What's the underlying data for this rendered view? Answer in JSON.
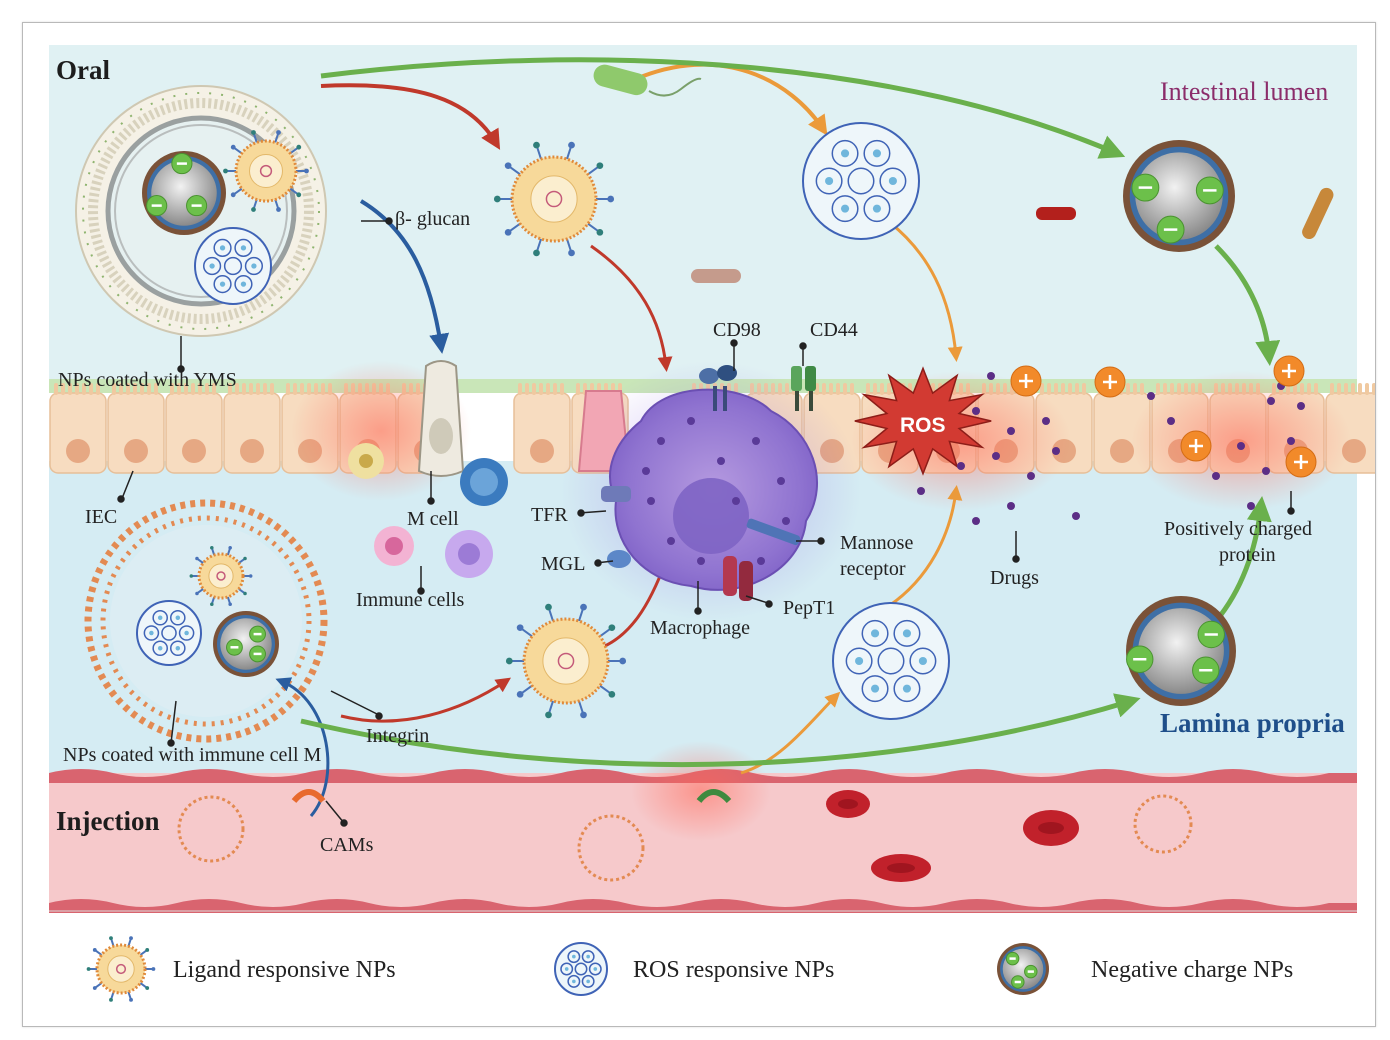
{
  "regions": {
    "oral": "Oral",
    "intestinal_lumen": "Intestinal lumen",
    "lamina_propria": "Lamina propria",
    "injection": "Injection"
  },
  "labels": {
    "beta_glucan": "β- glucan",
    "nps_yms": "NPs coated with YMS",
    "iec": "IEC",
    "m_cell": "M cell",
    "immune_cells": "Immune cells",
    "tfr": "TFR",
    "mgl": "MGL",
    "cd98": "CD98",
    "cd44": "CD44",
    "macrophage": "Macrophage",
    "mannose": "Mannose",
    "receptor": "receptor",
    "pept1": "PepT1",
    "ros": "ROS",
    "drugs": "Drugs",
    "pos_charged_1": "Positively charged",
    "pos_charged_2": "protein",
    "integrin": "Integrin",
    "nps_immune": "NPs coated with immune cell M",
    "cams": "CAMs"
  },
  "legend": [
    {
      "label": "Ligand responsive NPs",
      "icon": "ligand-np-icon"
    },
    {
      "label": "ROS responsive NPs",
      "icon": "ros-np-icon"
    },
    {
      "label": "Negative charge NPs",
      "icon": "negative-np-icon"
    }
  ],
  "colors": {
    "lumen_bg": "#e0f1f3",
    "lamina_bg": "#d5ecf3",
    "vessel_bg": "#f6c9cb",
    "epithelium": "#f7dcc0",
    "lumen_title": "#8b2c6a",
    "lamina_title": "#1f4f8a",
    "arrow_red": "#c0392b",
    "arrow_blue": "#2a5d9f",
    "arrow_orange": "#eb9a3a",
    "arrow_green": "#6ab04c",
    "ros_star": "#d23a32"
  }
}
